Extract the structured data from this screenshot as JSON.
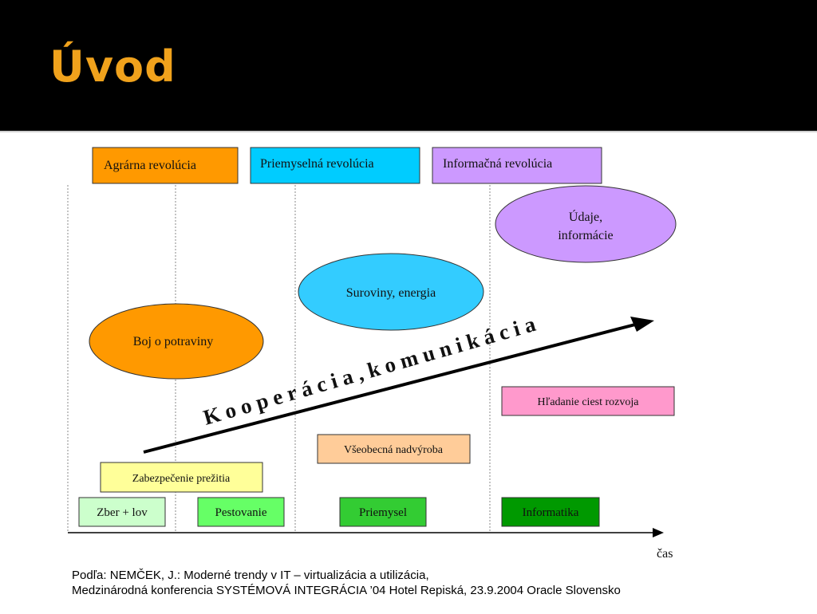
{
  "slide": {
    "title": "Úvod"
  },
  "diagram": {
    "revolutions": [
      {
        "label": "Agrárna revolúcia",
        "color": "#ff9900"
      },
      {
        "label": "Priemyselná revolúcia",
        "color": "#00ccff"
      },
      {
        "label": "Informačná revolúcia",
        "color": "#cc99ff"
      }
    ],
    "ellipses": [
      {
        "lines": [
          "Boj o potraviny"
        ],
        "color": "#ff9900"
      },
      {
        "lines": [
          "Suroviny, energia"
        ],
        "color": "#33ccff"
      },
      {
        "lines": [
          "Údaje,",
          "informácie"
        ],
        "color": "#cc99ff"
      }
    ],
    "arrow_text": "K o o p e r á c i a , k o m u n i k á c i a",
    "boxes": [
      {
        "label": "Zabezpečenie prežitia",
        "color": "#ffff99"
      },
      {
        "label": "Všeobecná nadvýroba",
        "color": "#ffcc99"
      },
      {
        "label": "Hľadanie ciest rozvoja",
        "color": "#ff99cc"
      }
    ],
    "eras": [
      {
        "label": "Zber + lov",
        "color": "#ccffcc"
      },
      {
        "label": "Pestovanie",
        "color": "#66ff66"
      },
      {
        "label": "Priemysel",
        "color": "#33cc33"
      },
      {
        "label": "Informatika",
        "color": "#009900"
      }
    ],
    "time_axis_label": "čas"
  },
  "source": {
    "line1": "Podľa: NEMČEK, J.: Moderné trendy v IT – virtualizácia a utilizácia,",
    "line2": "Medzinárodná konferencia SYSTÉMOVÁ INTEGRÁCIA ’04 Hotel Repiská, 23.9.2004 Oracle Slovensko"
  }
}
